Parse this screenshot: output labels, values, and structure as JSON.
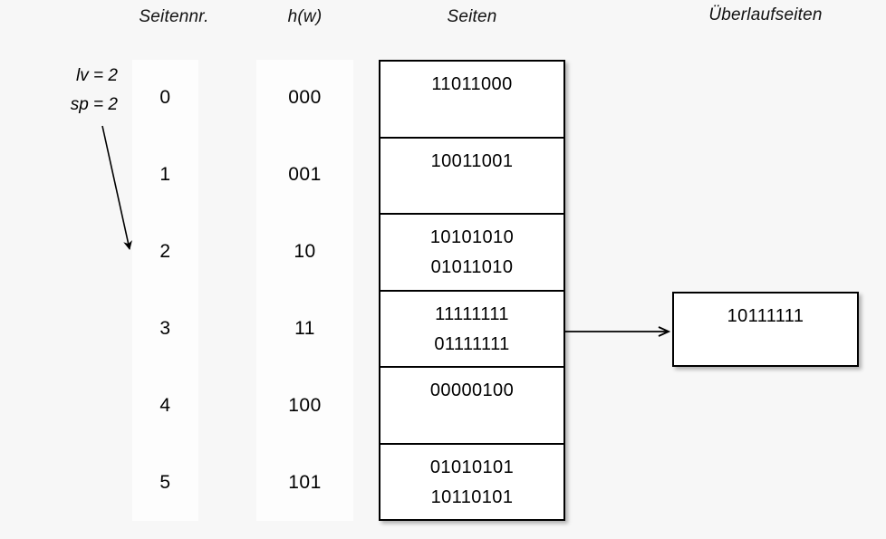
{
  "headers": {
    "seitennr": "Seitennr.",
    "hw": "h(w)",
    "seiten": "Seiten",
    "ueberlaufseiten": "Überlaufseiten"
  },
  "params": {
    "lv": "lv = 2",
    "sp": "sp = 2"
  },
  "directory": {
    "seitennr": [
      "0",
      "1",
      "2",
      "3",
      "4",
      "5"
    ],
    "hw": [
      "000",
      "001",
      "10",
      "11",
      "100",
      "101"
    ]
  },
  "pages": [
    {
      "lines": [
        "11011000"
      ]
    },
    {
      "lines": [
        "10011001"
      ]
    },
    {
      "lines": [
        "10101010",
        "01011010"
      ]
    },
    {
      "lines": [
        "11111111",
        "01111111"
      ]
    },
    {
      "lines": [
        "00000100"
      ]
    },
    {
      "lines": [
        "01010101",
        "10110101"
      ]
    }
  ],
  "overflow_pages": [
    {
      "lines": [
        "10111111"
      ]
    }
  ],
  "colors": {
    "background": "#f7f7f7",
    "column_fill": "#fdfdfd",
    "box_fill": "#ffffff",
    "stroke": "#000000"
  },
  "icons": {
    "pointer_arrow": "arrow-down-right-icon",
    "overflow_arrow": "arrow-right-icon"
  }
}
